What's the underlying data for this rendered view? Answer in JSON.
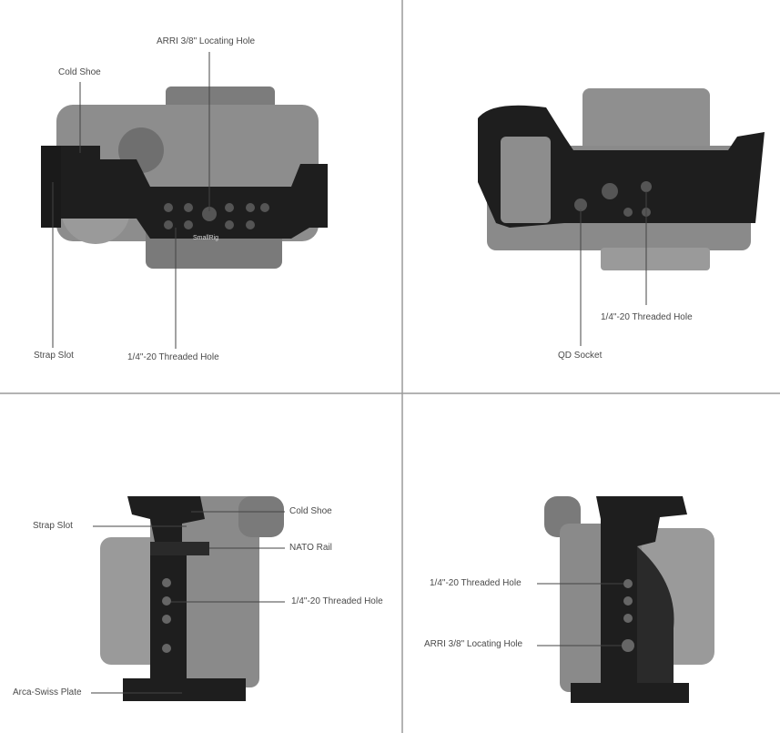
{
  "panels": {
    "top_left": {
      "arri_label": "ARRI 3/8\" Locating Hole",
      "cold_shoe_label": "Cold Shoe",
      "strap_slot_label": "Strap Slot",
      "threaded_hole_label": "1/4\"-20 Threaded Hole",
      "brand_text": "SmallRig"
    },
    "top_right": {
      "threaded_hole_label": "1/4\"-20 Threaded Hole",
      "qd_socket_label": "QD Socket"
    },
    "bottom_left": {
      "strap_slot_label": "Strap Slot",
      "cold_shoe_label": "Cold Shoe",
      "nato_rail_label": "NATO Rail",
      "threaded_hole_label": "1/4\"-20 Threaded Hole",
      "arca_label": "Arca-Swiss Plate"
    },
    "bottom_right": {
      "threaded_hole_label": "1/4\"-20 Threaded Hole",
      "arri_label": "ARRI 3/8\" Locating Hole"
    }
  },
  "colors": {
    "camera": "#8a8a8a",
    "cage": "#1e1e1e",
    "line": "#444444",
    "divider": "#9a9a9a"
  }
}
